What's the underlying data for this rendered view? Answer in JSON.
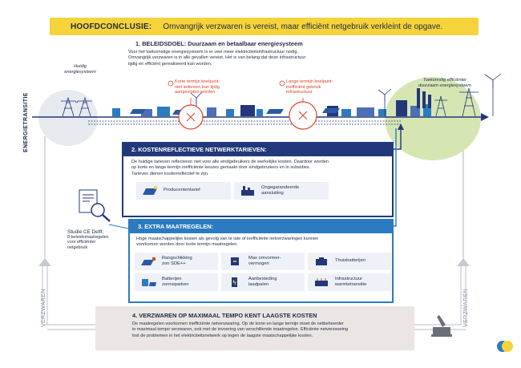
{
  "header": {
    "label": "HOOFDCONCLUSIE:",
    "text": "Omvangrijk verzwaren is vereist, maar efficiënt netgebruik verkleint de opgave."
  },
  "side": {
    "energietransitie": "ENERGIETRANSITIE",
    "verzwaren_left": "VERZWAREN",
    "verzwaren_right": "VERZWAREN"
  },
  "current_system": {
    "line1": "Huidig",
    "line2": "energiesysteem"
  },
  "future_system": {
    "line1": "Toekomstig efficiënter",
    "line2": "duurzaam energiesysteem"
  },
  "section1": {
    "title": "1. BELEIDSDOEL: Duurzaam en betaalbaar energiesysteem",
    "lines": [
      "Voor het toekomstige energiesysteem is er veel meer elektriciteitsinfrastructuur nodig.",
      "Omvangrijk verzwaren is in alle gevallen vereist. Het is van belang dat deze infrastructuur",
      "tijdig en efficiënt gerealiseerd kan worden."
    ]
  },
  "bottleneck_short": {
    "title": "Korte termijn knelpunt:",
    "lines": [
      "niet iedereen kan tijdig",
      "aangesloten worden"
    ]
  },
  "bottleneck_long": {
    "title": "Lange termijn knelpunt:",
    "lines": [
      "inefficiënt gebruik",
      "infrastructuur"
    ]
  },
  "section2": {
    "title": "2. KOSTENREFLECTIEVE NETWERKTARIEVEN:",
    "lines": [
      "De huidige tarieven reflecteren niet voor alle eindgebruikers de werkelijke kosten. Daardoor worden",
      "op korte en lange termijn inefficiënte keuzes gemaakt door eindgebruikers en in subsidies.",
      "Tarieven dienen kostenreflectief te zijn."
    ],
    "items": [
      {
        "label": "Producententarief"
      },
      {
        "label_1": "Ongegarandeerde",
        "label_2": "aansluiting"
      }
    ]
  },
  "study": {
    "title": "Studie CE Delft:",
    "lines": [
      "8 beleidsmaatregelen",
      "voor efficiënter",
      "netgebruik"
    ]
  },
  "section3": {
    "title": "3. EXTRA MAATREGELEN:",
    "lines": [
      "Hoge maatschappelijke kosten als gevolg van te late of inefficiënte netverzwaringen kunnen",
      "voorkomen worden door korte termijn maatregelen."
    ],
    "items": [
      {
        "l1": "Rangschikking",
        "l2": "zon SDE++"
      },
      {
        "l1": "Max omvormer-",
        "l2": "vermogen"
      },
      {
        "l1": "Thuisbatterijen",
        "l2": ""
      },
      {
        "l1": "Batterijen",
        "l2": "zonneparken"
      },
      {
        "l1": "Aanbesteding",
        "l2": "laadpalen"
      },
      {
        "l1": "Infrastructuur",
        "l2": "warmtetransitie"
      }
    ]
  },
  "section4": {
    "title": "4. VERZWAREN OP MAXIMAAL TEMPO KENT LAAGSTE KOSTEN",
    "lines": [
      "De maatregelen voorkomen inefficiënte netverzwaring. Op de korte en lange termijn moet de netbeheerder",
      "in maximaal tempo verzwaren, ook met de invoering van verschillende maatregelen. Efficiënte netverzwaring",
      "lost de problemen in het elektriciteitsnetwerk op tegen de laagste maatschappelijke kosten."
    ]
  },
  "colors": {
    "yellow": "#f6d33a",
    "navy": "#23387a",
    "blue": "#2b7bc0",
    "red": "#d9432c",
    "green": "#cfe0a8",
    "beige": "#ebe6e3"
  }
}
